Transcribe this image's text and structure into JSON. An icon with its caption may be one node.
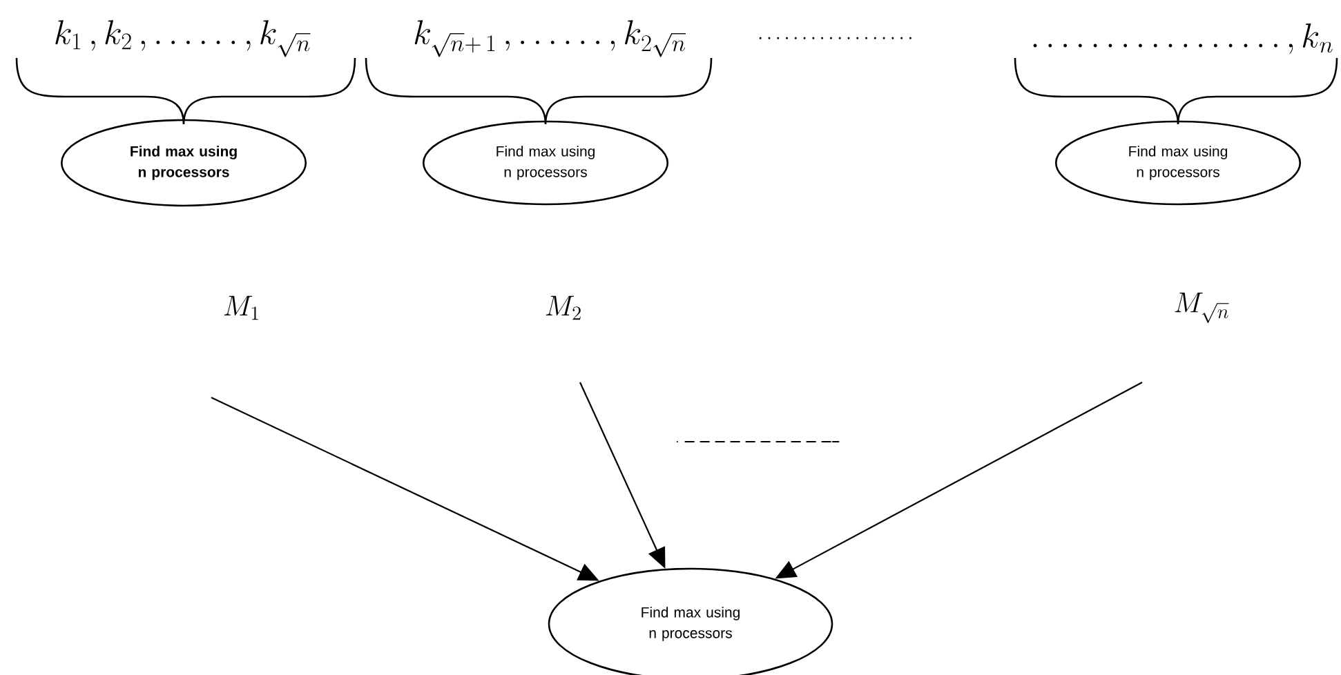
{
  "diagram": {
    "nodes": [
      {
        "text": [
          "Find max using n processors"
        ]
      },
      {
        "text": [
          "Find max using n processors"
        ]
      },
      {
        "text": [
          "Find max using n processors"
        ]
      },
      {
        "text": [
          "M_1"
        ]
      },
      {
        "text": [
          "M_2"
        ]
      },
      {
        "text": [
          "M_{\\sqrt{n}}"
        ]
      },
      {
        "text": [
          "Find max using n processors"
        ]
      }
    ],
    "edges": [
      {
        "from": 3,
        "to": 6,
        "arrow": "to"
      },
      {
        "from": 4,
        "to": 6,
        "arrow": "to"
      },
      {
        "from": 5,
        "to": 6,
        "arrow": "to"
      }
    ],
    "labels": [
      "k_1\\,, k_2\\,, \\ldots\\ldots, k_{\\sqrt{n}}",
      "k_{\\sqrt{n}+\\,1}\\,, \\ldots\\ldots, k_{2\\sqrt{n}}",
      "\\cdots\\cdots\\cdots\\cdots\\cdots\\cdots",
      "\\ldots\\ldots.\\ldots\\ldots.\\ldots, k_n"
    ]
  }
}
